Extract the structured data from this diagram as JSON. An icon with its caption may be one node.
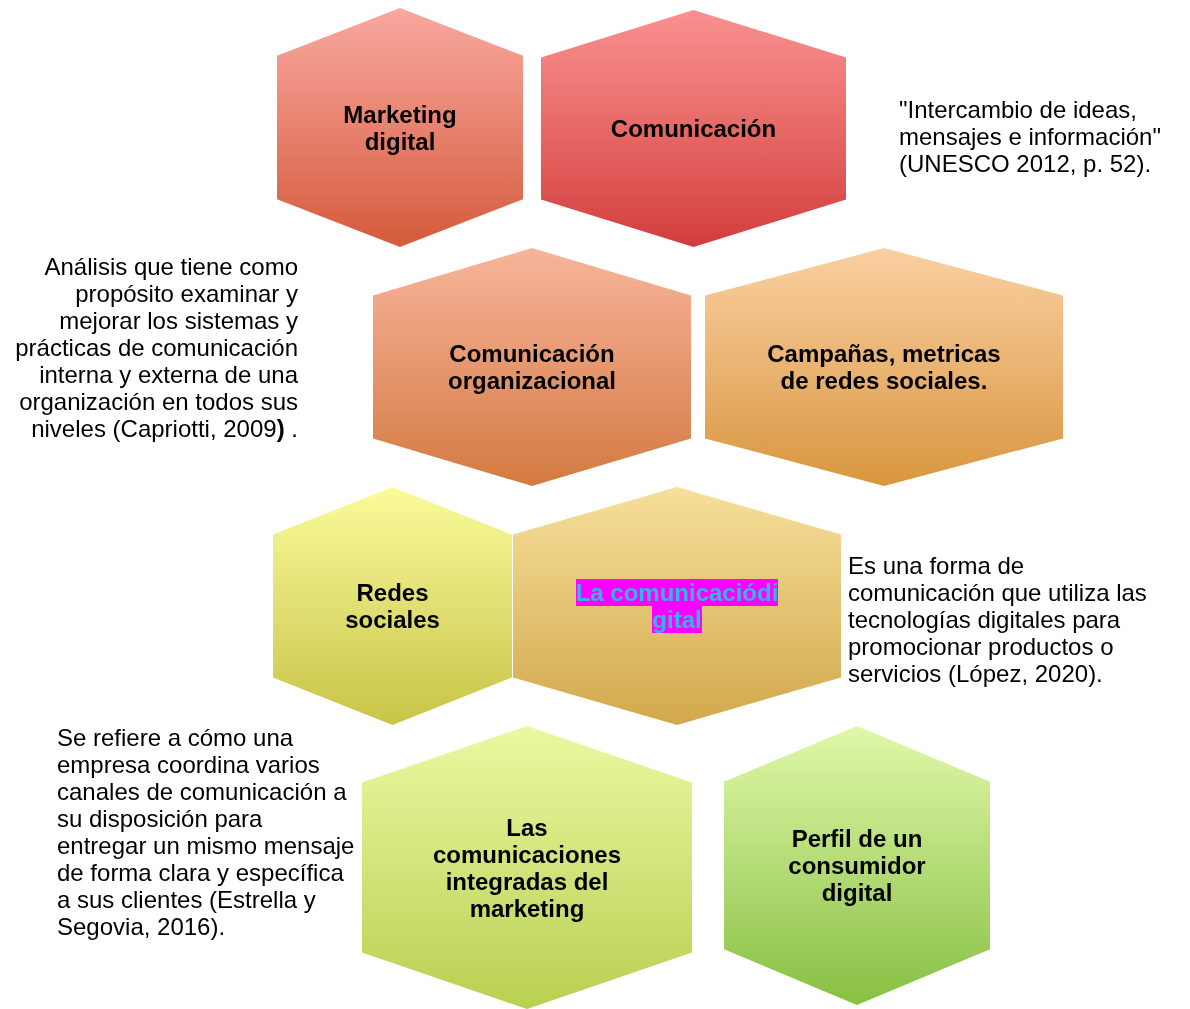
{
  "diagram": {
    "nodes": [
      {
        "text": [
          "Marketing digital"
        ]
      },
      {
        "text": [
          "Comunicación"
        ]
      },
      {
        "text": [
          "Comunicación organizacional"
        ]
      },
      {
        "text": [
          "Campañas, metricas de redes sociales."
        ]
      },
      {
        "text": [
          "Redes sociales"
        ]
      },
      {
        "text": [
          "La comunicaciódigital"
        ]
      },
      {
        "text": [
          "Las comunicaciones integradas del marketing"
        ]
      },
      {
        "text": [
          "Perfil de un consumidor digital"
        ]
      }
    ],
    "labels": [
      "\"Intercambio de ideas, mensajes e información\" (UNESCO 2012, p. 52).",
      "Análisis que tiene como propósito examinar y mejorar los sistemas y prácticas de comunicación interna y externa de una organización en todos sus niveles (Capriotti, 2009**)** .",
      "Es una forma de comunicación que utiliza las tecnologías digitales para promocionar productos o servicios (López, 2020).",
      "Se refiere a cómo una empresa coordina varios canales de comunicación a su disposición para entregar un mismo mensaje de forma clara y específica a sus clientes (Estrella y Segovia, 2016)."
    ]
  }
}
